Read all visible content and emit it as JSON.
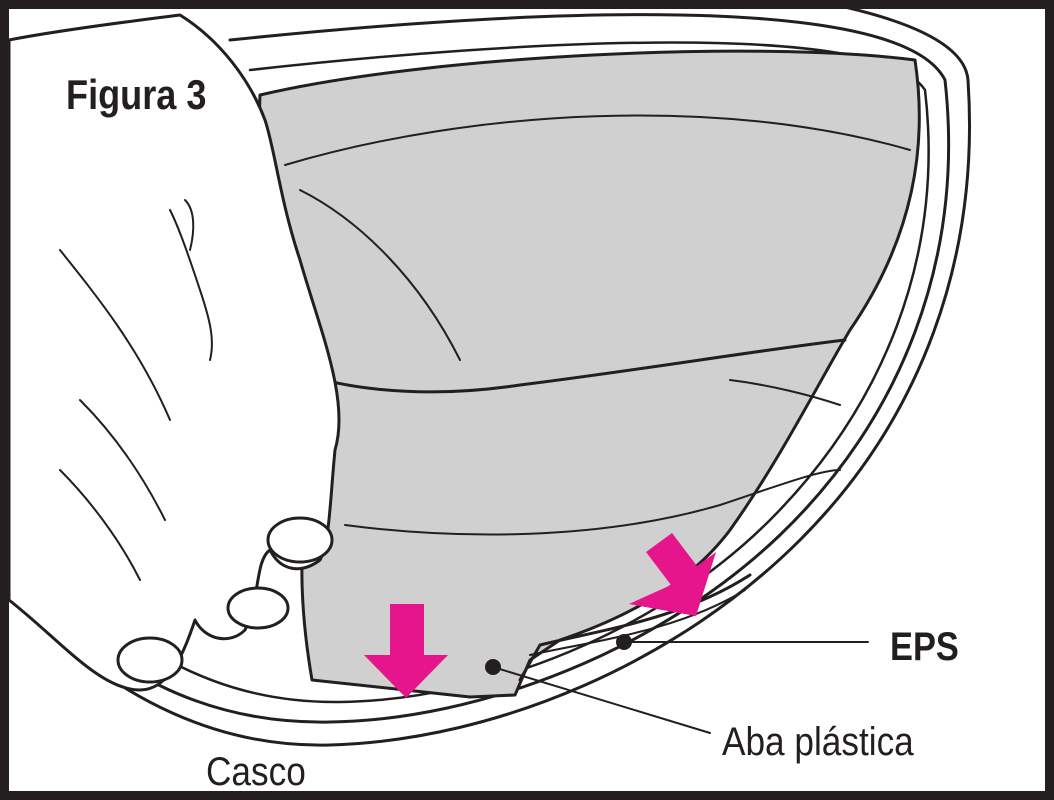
{
  "figure_title": "Figura 3",
  "labels": {
    "eps": "EPS",
    "aba_plastica": "Aba plástica",
    "casco": "Casco"
  },
  "colors": {
    "outline": "#231f20",
    "liner_fill": "#d0d0d0",
    "arrow": "#e5168c",
    "background": "#ffffff"
  }
}
